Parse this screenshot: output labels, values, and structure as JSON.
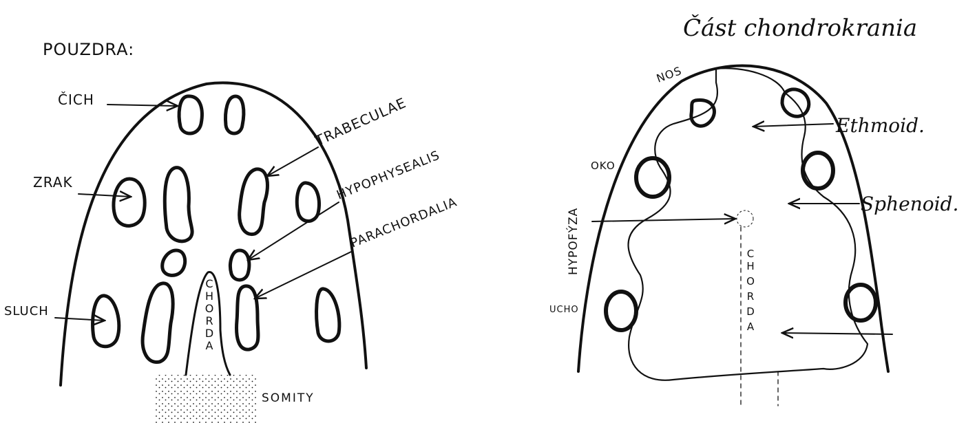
{
  "left_diagram": {
    "heading": "POUZDRA:",
    "labels": {
      "cich": "ČICH",
      "zrak": "ZRAK",
      "sluch": "SLUCH",
      "trabeculae": "TRABECULAE",
      "hypophysealis": "HYPOPHYSEALIS",
      "parachordalia": "PARACHORDALIA",
      "chorda": "CHORDA",
      "somity": "SOMITY"
    }
  },
  "right_diagram": {
    "title": "Část chondrokrania",
    "labels": {
      "nos": "NOS",
      "oko": "OKO",
      "ucho": "UCHO",
      "hypofyza": "HYPOFÝZA",
      "ethmoid": "Ethmoid.",
      "sphenoid": "Sphenoid.",
      "chorda": "CHORDA"
    }
  },
  "colors": {
    "ink": "#111111",
    "paper": "#ffffff"
  }
}
